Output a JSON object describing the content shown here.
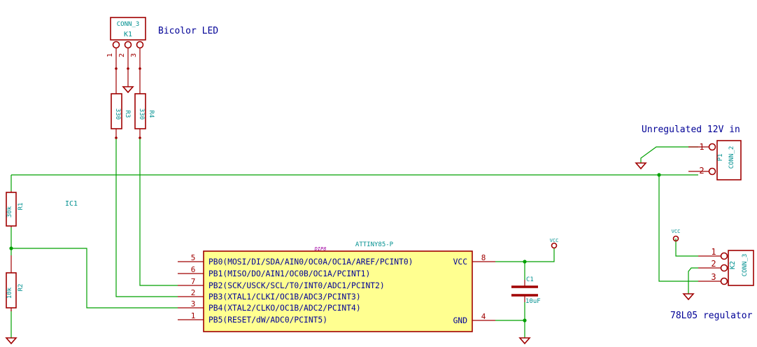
{
  "labels": {
    "bicolor_led": "Bicolor LED",
    "unregulated_in": "Unregulated 12V in",
    "regulator": "78L05 regulator",
    "ic_ref": "IC1"
  },
  "k1": {
    "value": "CONN_3",
    "ref": "K1",
    "pins": [
      "1",
      "2",
      "3"
    ]
  },
  "r3": {
    "value": "330",
    "ref": "R3"
  },
  "r4": {
    "value": "330",
    "ref": "R4"
  },
  "r1": {
    "value": "30k",
    "ref": "R1"
  },
  "r2": {
    "value": "10k",
    "ref": "R2"
  },
  "p1": {
    "ref": "P1",
    "value": "CONN_2",
    "pins": [
      "1",
      "2"
    ]
  },
  "k2": {
    "ref": "K2",
    "value": "CONN_3",
    "pins": [
      "1",
      "2",
      "3"
    ],
    "vcc_label": "VCC"
  },
  "c1": {
    "ref": "C1",
    "value": "10uF"
  },
  "ic": {
    "value": "ATTINY85-P",
    "footprint": "DIP8",
    "left_pins": [
      {
        "num": "5",
        "name": "PB0(MOSI/DI/SDA/AIN0/OC0A/OC1A/AREF/PCINT0)"
      },
      {
        "num": "6",
        "name": "PB1(MISO/DO/AIN1/OC0B/OC1A/PCINT1)"
      },
      {
        "num": "7",
        "name": "PB2(SCK/USCK/SCL/T0/INT0/ADC1/PCINT2)"
      },
      {
        "num": "2",
        "name": "PB3(XTAL1/CLKI/OC1B/ADC3/PCINT3)"
      },
      {
        "num": "3",
        "name": "PB4(XTAL2/CLKO/OC1B/ADC2/PCINT4)"
      },
      {
        "num": "1",
        "name": "PB5(RESET/dW/ADC0/PCINT5)"
      }
    ],
    "right_pins": [
      {
        "num": "8",
        "name": "VCC"
      },
      {
        "num": "4",
        "name": "GND"
      }
    ]
  },
  "vcc_flag": "VCC",
  "colors": {
    "wire": "#00a000",
    "component": "#a00000",
    "ic_fill": "#ffff90",
    "label_blue": "#000096",
    "label_teal": "#009090"
  }
}
